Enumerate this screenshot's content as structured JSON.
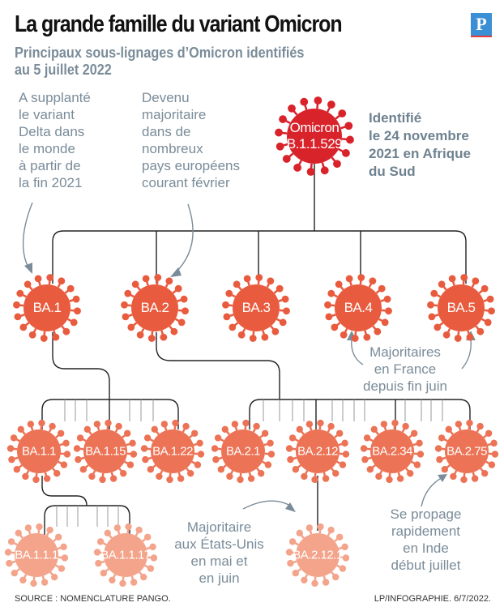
{
  "header": {
    "title": "La grande famille du variant Omicron",
    "subtitle_line1": "Principaux sous-lignages d’Omicron identifiés",
    "subtitle_line2": "au 5 juillet 2022",
    "logo": "P"
  },
  "root": {
    "line1": "Omicron",
    "line2": "B.1.1.529",
    "note": [
      "Identifié",
      "le 24 novembre",
      "2021 en Afrique",
      "du Sud"
    ]
  },
  "level1": [
    "BA.1",
    "BA.2",
    "BA.3",
    "BA.4",
    "BA.5"
  ],
  "level2": [
    "BA.1.1",
    "BA.1.15",
    "BA.1.22",
    "BA.2.1",
    "BA.2.12",
    "BA.2.34",
    "BA.2.75"
  ],
  "level3": [
    "BA.1.1.1",
    "BA.1.1.17",
    "BA.2.12.1"
  ],
  "notes": {
    "ba1": [
      "A supplanté",
      "le variant",
      "Delta dans",
      "le monde",
      "à partir de",
      "la fin 2021"
    ],
    "ba2": [
      "Devenu",
      "majoritaire",
      "dans de",
      "nombreux",
      "pays européens",
      "courant février"
    ],
    "ba45": [
      "Majoritaires",
      "en France",
      "depuis fin juin"
    ],
    "ba2121": [
      "Majoritaire",
      "aux États-Unis",
      "en mai et",
      "en juin"
    ],
    "ba275": [
      "Se propage",
      "rapidement",
      "en Inde",
      "début juillet"
    ]
  },
  "footer": {
    "source": "SOURCE : NOMENCLATURE PANGO.",
    "credit": "LP/INFOGRAPHIE.  6/7/2022."
  },
  "colors": {
    "root": "#d9232b",
    "level1": "#e95b3e",
    "level2": "#ec7355",
    "level3": "#f3a48b",
    "text": "#7a8c99",
    "line": "#222222"
  }
}
